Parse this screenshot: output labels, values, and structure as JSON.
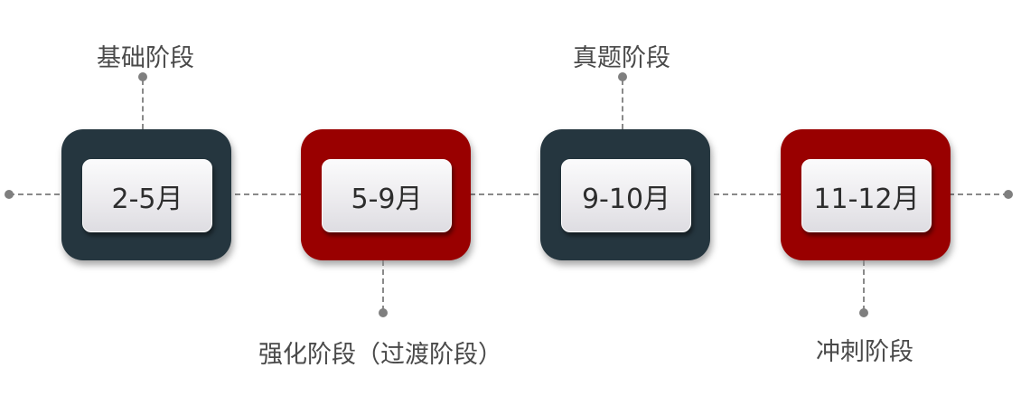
{
  "colors": {
    "dark": "#25363f",
    "red": "#990000"
  },
  "stages": [
    {
      "range": "2-5月",
      "name": "基础阶段",
      "color": "dark"
    },
    {
      "range": "5-9月",
      "name": "强化阶段（过渡阶段）",
      "color": "red"
    },
    {
      "range": "9-10月",
      "name": "真题阶段",
      "color": "dark"
    },
    {
      "range": "11-12月",
      "name": "冲刺阶段",
      "color": "red"
    }
  ]
}
